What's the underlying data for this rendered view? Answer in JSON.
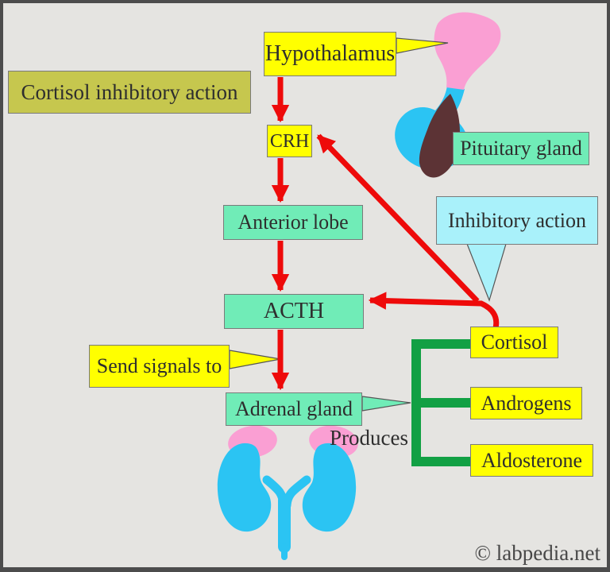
{
  "labels": {
    "note": "Cortisol inhibitory action",
    "hypothalamus": "Hypothalamus",
    "crh": "CRH",
    "pituitary_gland": "Pituitary gland",
    "anterior_lobe": "Anterior lobe",
    "inhibitory_action": "Inhibitory action",
    "acth": "ACTH",
    "cortisol": "Cortisol",
    "send_signals": "Send signals to",
    "adrenal_gland": "Adrenal gland",
    "produces": "Produces",
    "androgens": "Androgens",
    "aldosterone": "Aldosterone",
    "copyright": "© labpedia.net"
  },
  "arrows": [
    {
      "from": "Hypothalamus",
      "to": "CRH",
      "style": "red"
    },
    {
      "from": "CRH",
      "to": "Anterior lobe",
      "style": "red"
    },
    {
      "from": "Anterior lobe",
      "to": "ACTH",
      "style": "red"
    },
    {
      "from": "ACTH",
      "to": "Adrenal gland",
      "style": "red"
    },
    {
      "from": "Cortisol",
      "to": "CRH",
      "style": "red-inhibitory"
    },
    {
      "from": "Cortisol",
      "to": "ACTH",
      "style": "red-inhibitory"
    },
    {
      "from": "Adrenal gland",
      "to": "Cortisol, Androgens, Aldosterone",
      "style": "green-bracket"
    }
  ],
  "icons": [
    "pituitary-gland-illustration",
    "kidneys-with-adrenal-glands-illustration"
  ],
  "colors": {
    "canvas_bg": "#e5e4e1",
    "frame": "#4c4c4c",
    "yellow": "#ffff00",
    "mint": "#70ecb7",
    "cyan": "#a9f1fa",
    "olive": "#c6c74e",
    "red": "#ee0a0a",
    "green": "#12a044",
    "blue": "#2bc4f3",
    "pink": "#fa9fd3",
    "brown": "#5c3335",
    "ink": "#2e2e2e",
    "muted": "#474747",
    "box_border": "#7a7a7a"
  }
}
